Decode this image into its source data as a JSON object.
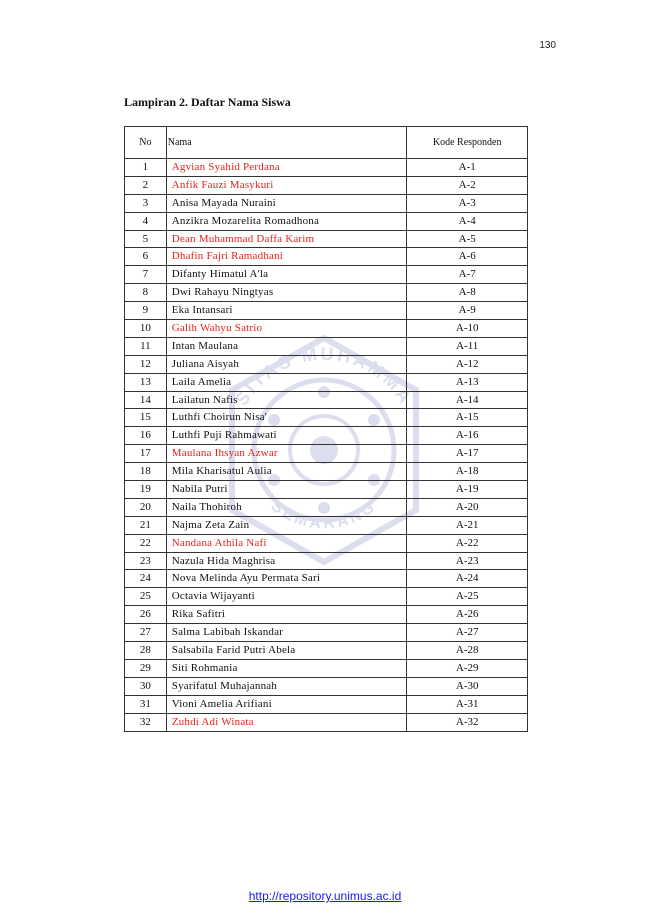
{
  "page_number": "130",
  "heading": "Lampiran 2. Daftar Nama Siswa",
  "table": {
    "headers": {
      "no": "No",
      "nama": "Nama",
      "kode": "Kode Responden"
    },
    "rows": [
      {
        "no": "1",
        "nama": "Agvian Syahid Perdana",
        "kode": "A-1",
        "highlight": true
      },
      {
        "no": "2",
        "nama": "Anfik Fauzi Masykuri",
        "kode": "A-2",
        "highlight": true
      },
      {
        "no": "3",
        "nama": "Anisa Mayada Nuraini",
        "kode": "A-3",
        "highlight": false
      },
      {
        "no": "4",
        "nama": "Anzikra Mozarelita Romadhona",
        "kode": "A-4",
        "highlight": false
      },
      {
        "no": "5",
        "nama": "Dean Muhammad Daffa Karim",
        "kode": "A-5",
        "highlight": true
      },
      {
        "no": "6",
        "nama": "Dhafin Fajri Ramadhani",
        "kode": "A-6",
        "highlight": true
      },
      {
        "no": "7",
        "nama": "Difanty Himatul A'la",
        "kode": "A-7",
        "highlight": false
      },
      {
        "no": "8",
        "nama": "Dwi Rahayu Ningtyas",
        "kode": "A-8",
        "highlight": false
      },
      {
        "no": "9",
        "nama": "Eka Intansari",
        "kode": "A-9",
        "highlight": false
      },
      {
        "no": "10",
        "nama": "Galih Wahyu Satrio",
        "kode": "A-10",
        "highlight": true
      },
      {
        "no": "11",
        "nama": "Intan Maulana",
        "kode": "A-11",
        "highlight": false
      },
      {
        "no": "12",
        "nama": "Juliana Aisyah",
        "kode": "A-12",
        "highlight": false
      },
      {
        "no": "13",
        "nama": "Laila Amelia",
        "kode": "A-13",
        "highlight": false
      },
      {
        "no": "14",
        "nama": "Lailatun Nafis",
        "kode": "A-14",
        "highlight": false
      },
      {
        "no": "15",
        "nama": "Luthfi Choirun Nisa'",
        "kode": "A-15",
        "highlight": false
      },
      {
        "no": "16",
        "nama": "Luthfi Puji Rahmawati",
        "kode": "A-16",
        "highlight": false
      },
      {
        "no": "17",
        "nama": "Maulana Ihsyan Azwar",
        "kode": "A-17",
        "highlight": true
      },
      {
        "no": "18",
        "nama": "Mila Kharisatul Aulia",
        "kode": "A-18",
        "highlight": false
      },
      {
        "no": "19",
        "nama": "Nabila Putri",
        "kode": "A-19",
        "highlight": false
      },
      {
        "no": "20",
        "nama": "Naila Thohiroh",
        "kode": "A-20",
        "highlight": false
      },
      {
        "no": "21",
        "nama": "Najma Zeta Zain",
        "kode": "A-21",
        "highlight": false
      },
      {
        "no": "22",
        "nama": "Nandana Athila Nafi",
        "kode": "A-22",
        "highlight": true
      },
      {
        "no": "23",
        "nama": "Nazula Hida Maghrisa",
        "kode": "A-23",
        "highlight": false
      },
      {
        "no": "24",
        "nama": "Nova Melinda Ayu Permata Sari",
        "kode": "A-24",
        "highlight": false
      },
      {
        "no": "25",
        "nama": "Octavia Wijayanti",
        "kode": "A-25",
        "highlight": false
      },
      {
        "no": "26",
        "nama": "Rika Safitri",
        "kode": "A-26",
        "highlight": false
      },
      {
        "no": "27",
        "nama": "Salma Labibah Iskandar",
        "kode": "A-27",
        "highlight": false
      },
      {
        "no": "28",
        "nama": "Salsabila Farid Putri Abela",
        "kode": "A-28",
        "highlight": false
      },
      {
        "no": "29",
        "nama": "Siti Rohmania",
        "kode": "A-29",
        "highlight": false
      },
      {
        "no": "30",
        "nama": "Syarifatul Muhajannah",
        "kode": "A-30",
        "highlight": false
      },
      {
        "no": "31",
        "nama": "Vioni Amelia Arifiani",
        "kode": "A-31",
        "highlight": false
      },
      {
        "no": "32",
        "nama": "Zuhdi Adi Winata",
        "kode": "A-32",
        "highlight": true
      }
    ]
  },
  "watermark": {
    "top_text": "SITAS MUHAMMA",
    "bottom_text": "SEMARANG"
  },
  "footer_link": "http://repository.unimus.ac.id",
  "colors": {
    "highlight": "#e8221b",
    "link": "#1a1aff",
    "watermark": "#2a3a9a"
  }
}
